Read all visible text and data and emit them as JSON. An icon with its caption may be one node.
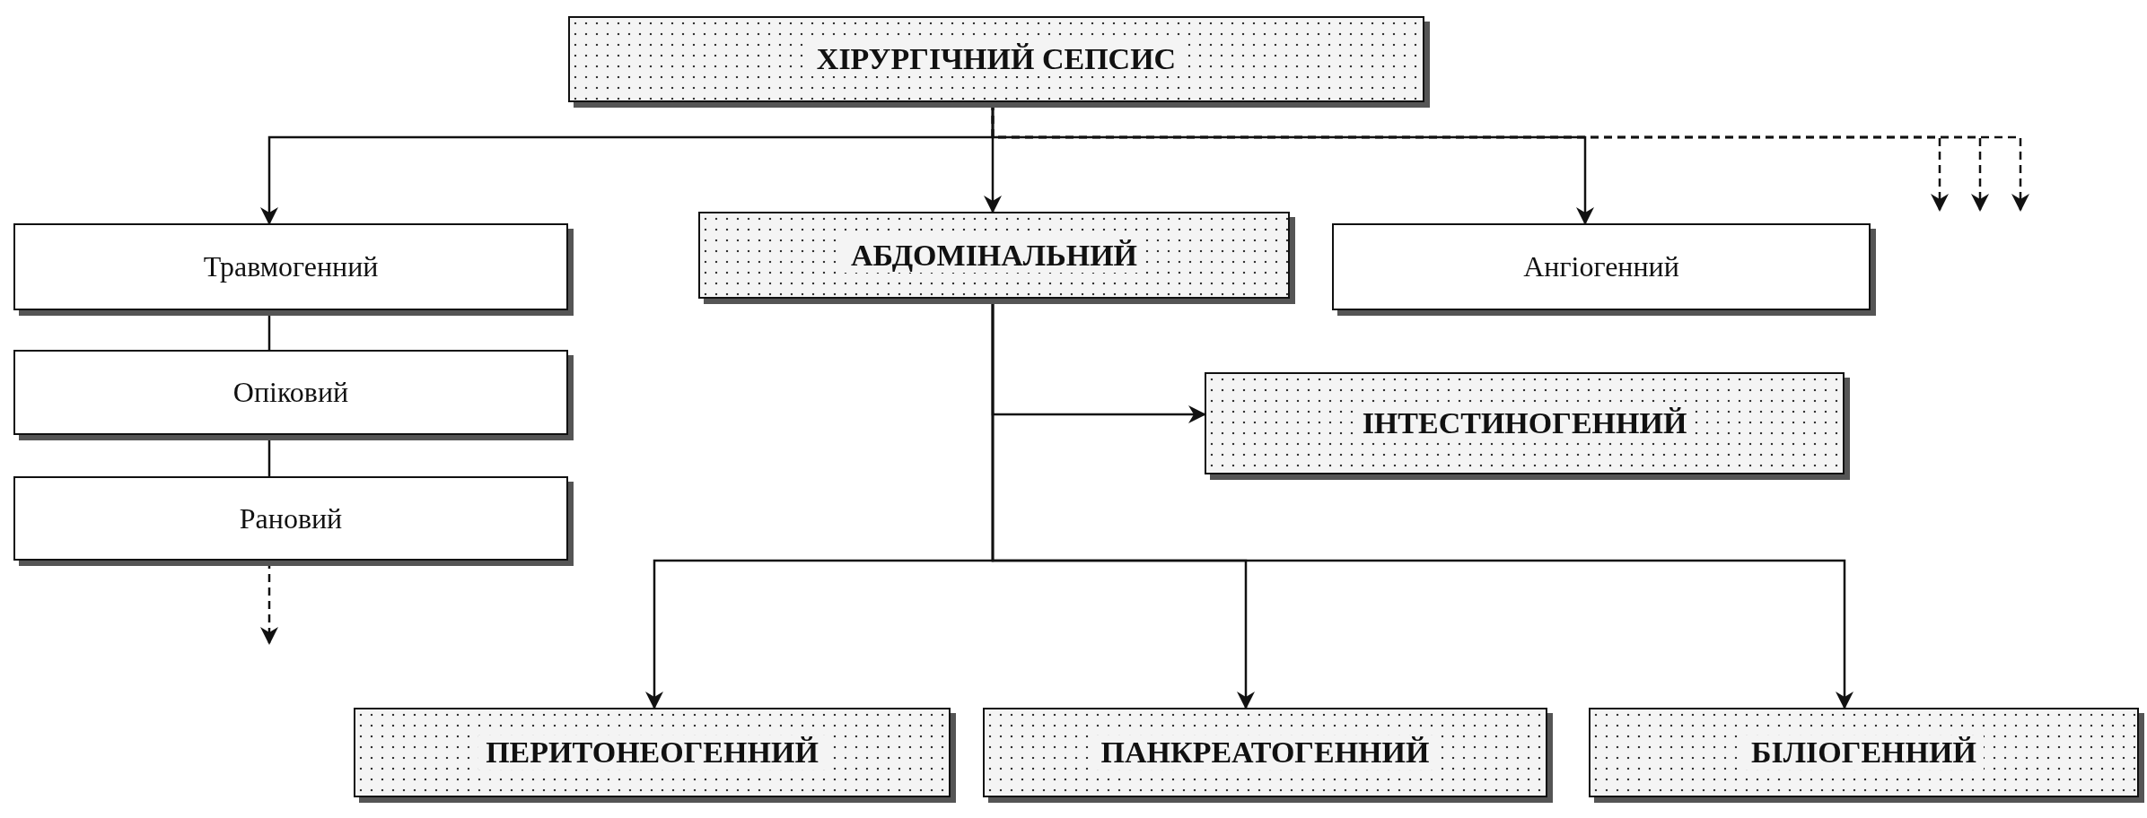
{
  "diagram": {
    "nodes": [
      {
        "text": [
          "ХІРУРГІЧНИЙ СЕПСИС"
        ]
      },
      {
        "text": [
          "Травмогенний"
        ]
      },
      {
        "text": [
          "Опіковий"
        ]
      },
      {
        "text": [
          "Рановий"
        ]
      },
      {
        "text": [
          "АБДОМІНАЛЬНИЙ"
        ]
      },
      {
        "text": [
          "Ангіогенний"
        ]
      },
      {
        "text": [
          "ІНТЕСТИНОГЕННИЙ"
        ]
      },
      {
        "text": [
          "ПЕРИТОНЕОГЕННИЙ"
        ]
      },
      {
        "text": [
          "ПАНКРЕАТОГЕННИЙ"
        ]
      },
      {
        "text": [
          "БІЛІОГЕННИЙ"
        ]
      }
    ],
    "edges": [
      {
        "from": 0,
        "to": 1,
        "arrow": "to"
      },
      {
        "from": 0,
        "to": 4,
        "arrow": "to"
      },
      {
        "from": 0,
        "to": 5,
        "arrow": "to"
      },
      {
        "from": 0,
        "to": null,
        "arrow": "to",
        "style": "dashed"
      },
      {
        "from": 0,
        "to": null,
        "arrow": "to",
        "style": "dashed"
      },
      {
        "from": 0,
        "to": null,
        "arrow": "to",
        "style": "dashed"
      },
      {
        "from": 1,
        "to": 2,
        "arrow": "none"
      },
      {
        "from": 2,
        "to": 3,
        "arrow": "none"
      },
      {
        "from": 3,
        "to": null,
        "arrow": "to",
        "style": "dashed"
      },
      {
        "from": 4,
        "to": 6,
        "arrow": "to"
      },
      {
        "from": 4,
        "to": 7,
        "arrow": "to"
      },
      {
        "from": 4,
        "to": 8,
        "arrow": "to"
      },
      {
        "from": 4,
        "to": 9,
        "arrow": "to"
      }
    ]
  }
}
